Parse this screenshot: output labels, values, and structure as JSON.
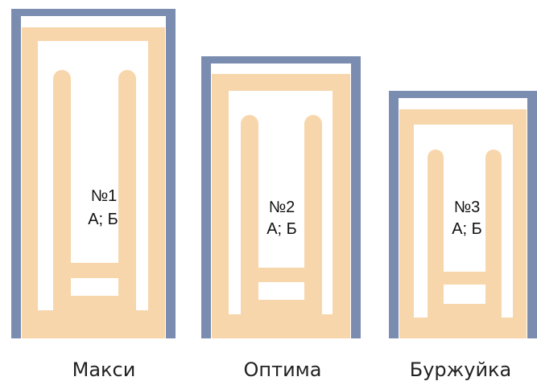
{
  "colors": {
    "frame": "#7a8db0",
    "panel": "#f8d6ac",
    "opening": "#ffffff"
  },
  "models": [
    {
      "number": "№1",
      "types": "А; Б",
      "name": "Макси"
    },
    {
      "number": "№2",
      "types": "А; Б",
      "name": "Оптима"
    },
    {
      "number": "№3",
      "types": "А; Б",
      "name": "Буржуйка"
    }
  ]
}
